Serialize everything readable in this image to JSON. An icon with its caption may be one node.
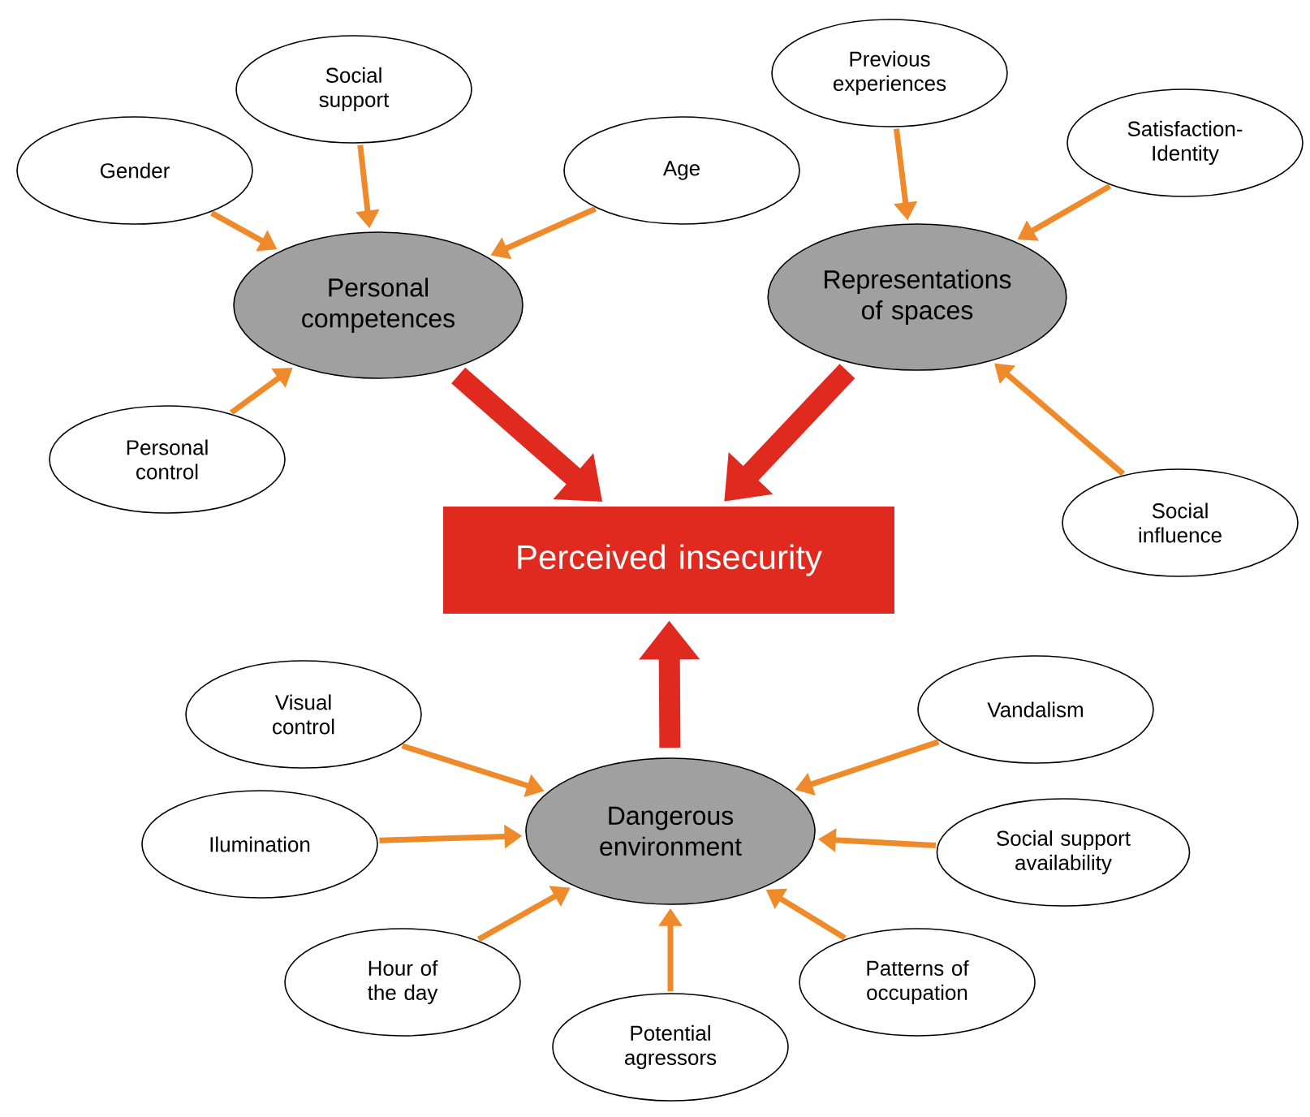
{
  "diagram": {
    "nodes": [
      {
        "text": [
          "Gender"
        ]
      },
      {
        "text": [
          "Social support"
        ]
      },
      {
        "text": [
          "Age"
        ]
      },
      {
        "text": [
          "Personal competences"
        ]
      },
      {
        "text": [
          "Personal control"
        ]
      },
      {
        "text": [
          "Previous experiences"
        ]
      },
      {
        "text": [
          "Satisfaction-Identity"
        ]
      },
      {
        "text": [
          "Representations of spaces"
        ]
      },
      {
        "text": [
          "Social influence"
        ]
      },
      {
        "text": [
          "Perceived insecurity"
        ]
      },
      {
        "text": [
          "Visual control"
        ]
      },
      {
        "text": [
          "Ilumination"
        ]
      },
      {
        "text": [
          "Hour of the day"
        ]
      },
      {
        "text": [
          "Potential agressors"
        ]
      },
      {
        "text": [
          "Dangerous environment"
        ]
      },
      {
        "text": [
          "Vandalism"
        ]
      },
      {
        "text": [
          "Social support availability"
        ]
      },
      {
        "text": [
          "Patterns of occupation"
        ]
      }
    ],
    "edges": [
      {
        "from": 0,
        "to": 3,
        "arrow": "to"
      },
      {
        "from": 1,
        "to": 3,
        "arrow": "to"
      },
      {
        "from": 2,
        "to": 3,
        "arrow": "to"
      },
      {
        "from": 4,
        "to": 3,
        "arrow": "to"
      },
      {
        "from": 5,
        "to": 7,
        "arrow": "to"
      },
      {
        "from": 6,
        "to": 7,
        "arrow": "to"
      },
      {
        "from": 8,
        "to": 7,
        "arrow": "to"
      },
      {
        "from": 3,
        "to": 9,
        "arrow": "to",
        "style": "thick",
        "color": "#e02a1f"
      },
      {
        "from": 7,
        "to": 9,
        "arrow": "to",
        "style": "thick",
        "color": "#e02a1f"
      },
      {
        "from": 14,
        "to": 9,
        "arrow": "to",
        "style": "thick",
        "color": "#e02a1f"
      },
      {
        "from": 10,
        "to": 14,
        "arrow": "to"
      },
      {
        "from": 11,
        "to": 14,
        "arrow": "to"
      },
      {
        "from": 12,
        "to": 14,
        "arrow": "to"
      },
      {
        "from": 13,
        "to": 14,
        "arrow": "to"
      },
      {
        "from": 15,
        "to": 14,
        "arrow": "to"
      },
      {
        "from": 16,
        "to": 14,
        "arrow": "to"
      },
      {
        "from": 17,
        "to": 14,
        "arrow": "to"
      }
    ]
  }
}
